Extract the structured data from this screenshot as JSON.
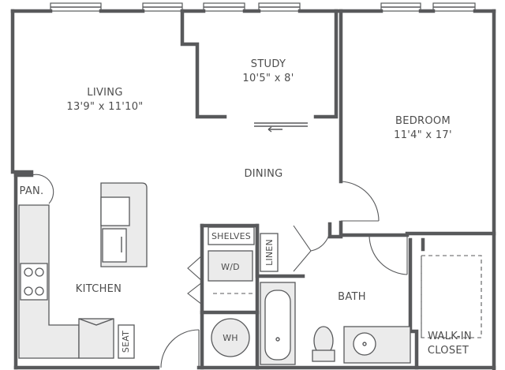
{
  "rooms": {
    "living": {
      "name": "LIVING",
      "dims": "13'9\" x 11'10\""
    },
    "study": {
      "name": "STUDY",
      "dims": "10'5\" x 8'"
    },
    "bedroom": {
      "name": "BEDROOM",
      "dims": "11'4\" x 17'"
    },
    "dining": {
      "name": "DINING"
    },
    "kitchen": {
      "name": "KITCHEN"
    },
    "bath": {
      "name": "BATH"
    },
    "walkin": {
      "line1": "WALK-IN",
      "line2": "CLOSET"
    }
  },
  "fixtures": {
    "pantry": "PAN.",
    "shelves": "SHELVES",
    "linen": "LINEN",
    "washer_dryer": "W/D",
    "water_heater": "WH",
    "seat": "SEAT"
  },
  "colors": {
    "wall": "#58595b",
    "fixture_fill": "#ebebeb",
    "text": "#4d4d4d",
    "background": "#ffffff"
  }
}
